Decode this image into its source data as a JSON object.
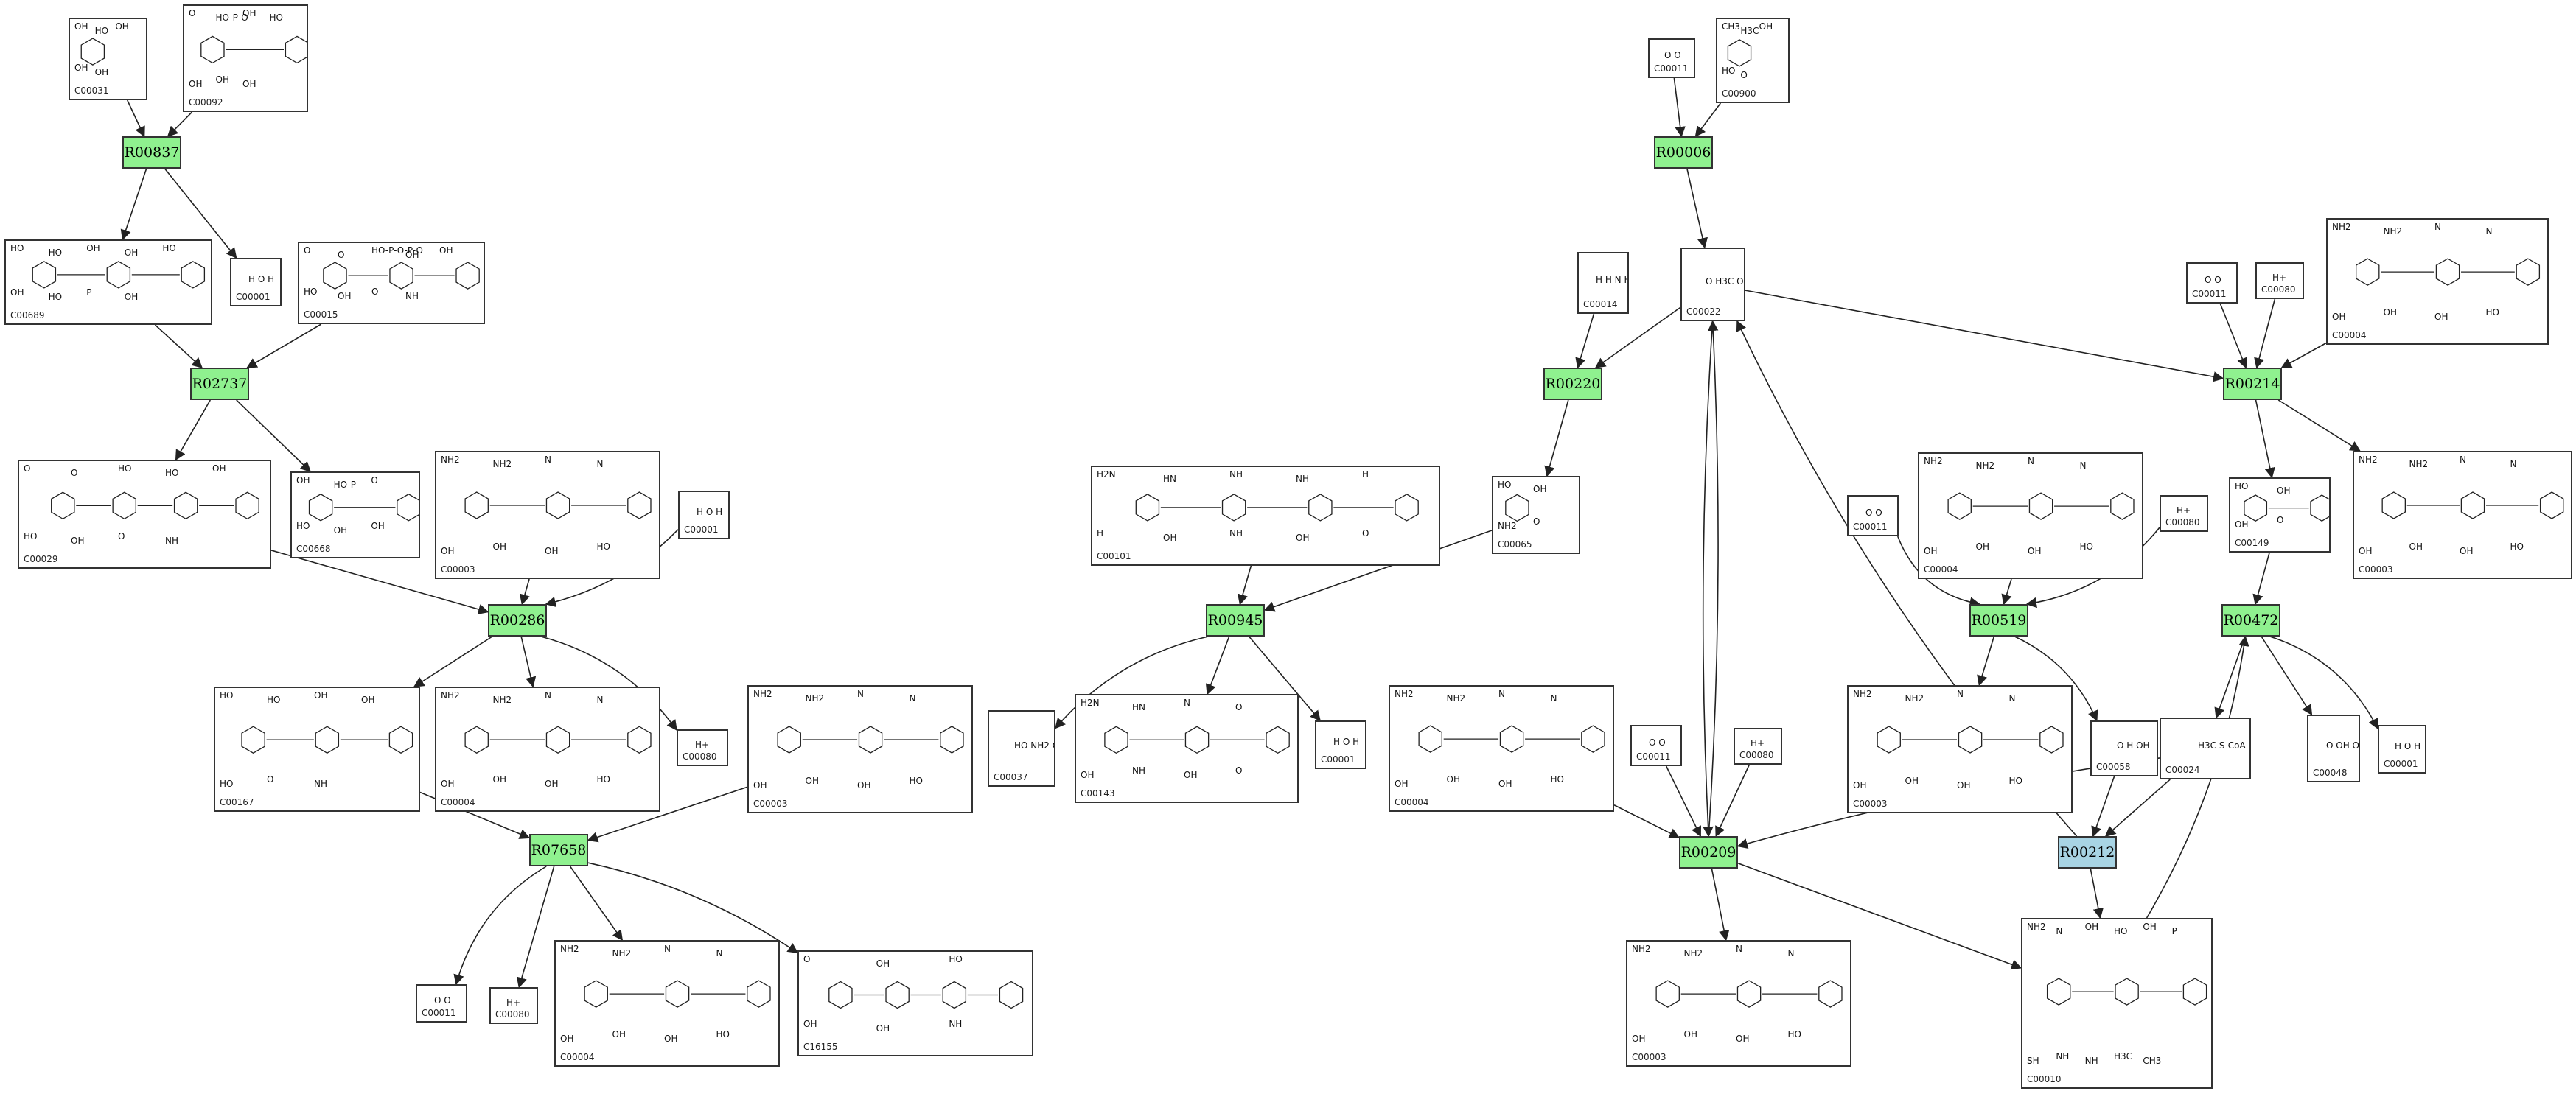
{
  "colors": {
    "reaction_green": "#8ff18f",
    "reaction_blue": "#a8d4e4",
    "line": "#222222"
  },
  "reactions": [
    {
      "id": "R00837",
      "color": "green"
    },
    {
      "id": "R02737",
      "color": "green"
    },
    {
      "id": "R00286",
      "color": "green"
    },
    {
      "id": "R07658",
      "color": "green"
    },
    {
      "id": "R00006",
      "color": "green"
    },
    {
      "id": "R00220",
      "color": "green"
    },
    {
      "id": "R00945",
      "color": "green"
    },
    {
      "id": "R00214",
      "color": "green"
    },
    {
      "id": "R00519",
      "color": "green"
    },
    {
      "id": "R00472",
      "color": "green"
    },
    {
      "id": "R00209",
      "color": "green"
    },
    {
      "id": "R00212",
      "color": "blue"
    }
  ],
  "compounds": [
    {
      "id": "C00031",
      "atoms": [
        "OH",
        "HO",
        "OH",
        "OH",
        "OH"
      ]
    },
    {
      "id": "C00092",
      "atoms": [
        "O",
        "HO-P-O",
        "OH",
        "HO",
        "OH",
        "OH",
        "OH"
      ]
    },
    {
      "id": "C00001",
      "atoms": [
        "H",
        "O",
        "H"
      ]
    },
    {
      "id": "C00689",
      "atoms": [
        "HO",
        "HO",
        "OH",
        "OH",
        "HO",
        "OH",
        "HO",
        "P",
        "OH"
      ]
    },
    {
      "id": "C00015",
      "atoms": [
        "O",
        "O",
        "HO-P-O-P-O",
        "OH",
        "OH",
        "HO",
        "OH",
        "O",
        "NH"
      ]
    },
    {
      "id": "C00029",
      "atoms": [
        "O",
        "O",
        "HO",
        "HO",
        "OH",
        "HO",
        "OH",
        "O",
        "NH"
      ]
    },
    {
      "id": "C00668",
      "atoms": [
        "OH",
        "HO-P",
        "O",
        "HO",
        "OH",
        "OH"
      ]
    },
    {
      "id": "C00003",
      "atoms": [
        "NH2",
        "NH2",
        "N",
        "N",
        "OH",
        "OH",
        "OH",
        "HO"
      ]
    },
    {
      "id": "C00004",
      "atoms": [
        "NH2",
        "NH2",
        "N",
        "N",
        "OH",
        "OH",
        "OH",
        "HO"
      ]
    },
    {
      "id": "C00167",
      "atoms": [
        "HO",
        "HO",
        "OH",
        "OH",
        "HO",
        "O",
        "NH"
      ]
    },
    {
      "id": "C00080",
      "atoms": [
        "H+"
      ]
    },
    {
      "id": "C00011",
      "atoms": [
        "O",
        "O"
      ]
    },
    {
      "id": "C16155",
      "atoms": [
        "O",
        "OH",
        "HO",
        "OH",
        "OH",
        "NH"
      ]
    },
    {
      "id": "C00900",
      "atoms": [
        "CH3",
        "H3C",
        "OH",
        "HO",
        "O"
      ]
    },
    {
      "id": "C00022",
      "atoms": [
        "O",
        "H3C",
        "OH"
      ]
    },
    {
      "id": "C00014",
      "atoms": [
        "H",
        "H",
        "N",
        "H"
      ]
    },
    {
      "id": "C00065",
      "atoms": [
        "HO",
        "OH",
        "NH2",
        "O"
      ]
    },
    {
      "id": "C00101",
      "atoms": [
        "H2N",
        "HN",
        "NH",
        "NH",
        "H",
        "H",
        "OH",
        "NH",
        "OH",
        "O"
      ]
    },
    {
      "id": "C00037",
      "atoms": [
        "HO",
        "NH2",
        "O"
      ]
    },
    {
      "id": "C00143",
      "atoms": [
        "H2N",
        "HN",
        "N",
        "O",
        "OH",
        "NH",
        "OH",
        "O"
      ]
    },
    {
      "id": "C00149",
      "atoms": [
        "HO",
        "OH",
        "OH",
        "O"
      ]
    },
    {
      "id": "C00058",
      "atoms": [
        "O",
        "H",
        "OH"
      ]
    },
    {
      "id": "C00024",
      "atoms": [
        "H3C",
        "S-CoA",
        "O"
      ]
    },
    {
      "id": "C00048",
      "atoms": [
        "O",
        "OH",
        "O"
      ]
    },
    {
      "id": "C00010",
      "atoms": [
        "NH2",
        "N",
        "OH",
        "HO",
        "OH",
        "P",
        "SH",
        "NH",
        "NH",
        "H3C",
        "CH3"
      ]
    }
  ],
  "node_layout_ids": [
    "R00837",
    "R02737",
    "R00286",
    "R07658",
    "R00006",
    "R00220",
    "R00945",
    "R00214",
    "R00519",
    "R00472",
    "R00209",
    "R00212"
  ]
}
